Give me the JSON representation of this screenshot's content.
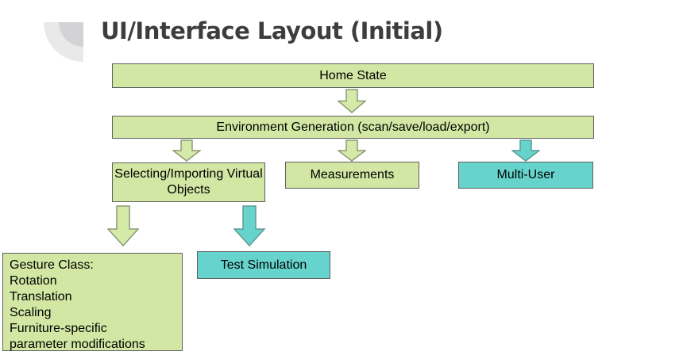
{
  "slide": {
    "title": "UI/Interface Layout (Initial)"
  },
  "nodes": {
    "home": {
      "label": "Home State"
    },
    "environment": {
      "label": "Environment Generation (scan/save/load/export)"
    },
    "selecting": {
      "label": "Selecting/Importing Virtual Objects"
    },
    "measurements": {
      "label": "Measurements"
    },
    "multi_user": {
      "label": "Multi-User"
    },
    "test_simulation": {
      "label": "Test Simulation"
    },
    "gesture": {
      "lines": [
        "Gesture Class:",
        "Rotation",
        "Translation",
        "Scaling",
        "Furniture-specific",
        "parameter modifications"
      ]
    }
  },
  "edges": [
    {
      "from": "home",
      "to": "environment",
      "color": "green"
    },
    {
      "from": "environment",
      "to": "selecting",
      "color": "green"
    },
    {
      "from": "environment",
      "to": "measurements",
      "color": "green"
    },
    {
      "from": "environment",
      "to": "multi_user",
      "color": "teal"
    },
    {
      "from": "selecting",
      "to": "gesture",
      "color": "green"
    },
    {
      "from": "selecting",
      "to": "test_simulation",
      "color": "teal"
    }
  ],
  "colors": {
    "slide_background": "#ffffff",
    "title_text": "#3d3d3d",
    "node_green_fill": "#d2e7a3",
    "node_teal_fill": "#66d4cc",
    "node_border": "#5f5f5f",
    "node_text": "#000000",
    "arrow_green_fill": "#d5e9a8",
    "arrow_green_stroke": "#8b9a74",
    "arrow_teal_fill": "#66d4cc",
    "arrow_teal_stroke": "#5f9a95",
    "decoration_outer": "#e9e9e9",
    "decoration_inner": "#d3d3d5"
  }
}
